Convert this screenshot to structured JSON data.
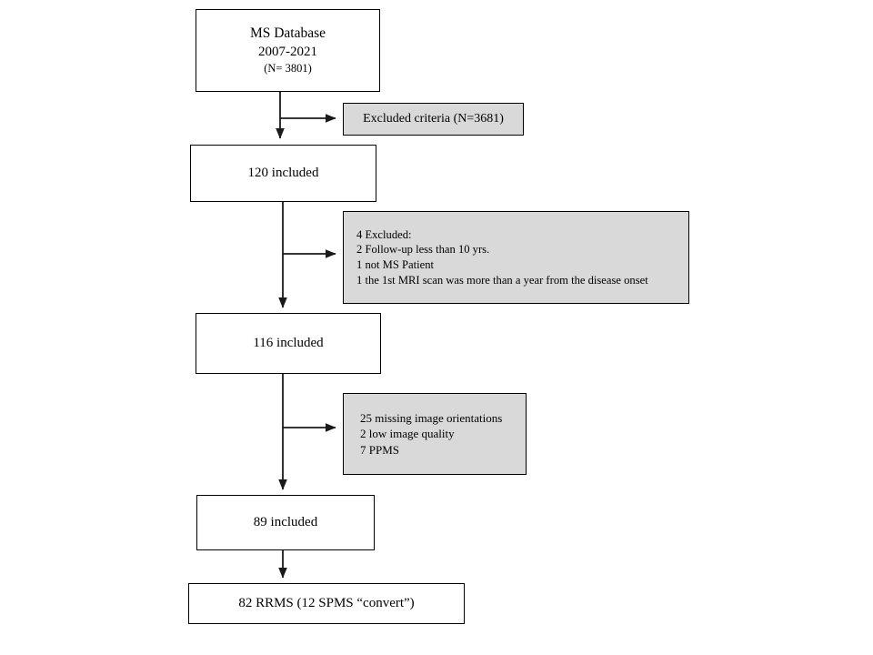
{
  "diagram": {
    "title": "MS study patient selection flowchart",
    "colors": {
      "shaded_fill": "#d9d9d9",
      "box_fill": "#ffffff",
      "stroke": "#000000",
      "background": "#ffffff"
    },
    "nodes": [
      {
        "id": "ms-database",
        "shaded": false,
        "lines": [
          "MS Database",
          "2007-2021",
          "(N= 3801)"
        ]
      },
      {
        "id": "excluded-criteria",
        "shaded": true,
        "lines": [
          "Excluded criteria (N=3681)"
        ]
      },
      {
        "id": "included-120",
        "shaded": false,
        "lines": [
          "120 included"
        ]
      },
      {
        "id": "excluded-4",
        "shaded": true,
        "lines": [
          "4 Excluded:",
          "2 Follow-up less than 10 yrs.",
          "1 not MS Patient",
          "1 the 1st MRI scan was more than a year from the disease onset"
        ]
      },
      {
        "id": "included-116",
        "shaded": false,
        "lines": [
          "116 included"
        ]
      },
      {
        "id": "image-issues",
        "shaded": true,
        "lines": [
          "25 missing image orientations",
          "2 low image quality",
          "7 PPMS"
        ]
      },
      {
        "id": "included-89",
        "shaded": false,
        "lines": [
          "89 included"
        ]
      },
      {
        "id": "rrms-82",
        "shaded": false,
        "lines": [
          "82 RRMS (12 SPMS “convert”)"
        ]
      }
    ],
    "node_text": {
      "ms_database_line1": "MS Database",
      "ms_database_line2": "2007-2021",
      "ms_database_line3": "(N= 3801)",
      "excluded_criteria": "Excluded criteria (N=3681)",
      "included_120": "120 included",
      "excluded_4_line1": "4 Excluded:",
      "excluded_4_line2": "2 Follow-up less than 10 yrs.",
      "excluded_4_line3": "1 not MS Patient",
      "excluded_4_line4": "1 the 1st MRI scan was more than a year from the disease onset",
      "included_116": "116 included",
      "image_issues_line1": "25 missing image orientations",
      "image_issues_line2": "2 low image quality",
      "image_issues_line3": "7 PPMS",
      "included_89": "89 included",
      "rrms_82": "82 RRMS (12 SPMS “convert”)"
    },
    "edges": [
      {
        "id": "ms-database-to-120",
        "from": "ms-database",
        "to": "included-120",
        "kind": "vertical-arrow"
      },
      {
        "id": "branch-to-excluded-criteria",
        "from": "ms-database",
        "to": "excluded-criteria",
        "kind": "branch-arrow-right"
      },
      {
        "id": "120-to-116",
        "from": "included-120",
        "to": "included-116",
        "kind": "vertical-arrow"
      },
      {
        "id": "branch-to-excluded-4",
        "from": "included-120",
        "to": "excluded-4",
        "kind": "branch-arrow-right"
      },
      {
        "id": "116-to-89",
        "from": "included-116",
        "to": "included-89",
        "kind": "vertical-arrow"
      },
      {
        "id": "branch-to-image-issues",
        "from": "included-116",
        "to": "image-issues",
        "kind": "branch-arrow-right"
      },
      {
        "id": "89-to-rrms",
        "from": "included-89",
        "to": "rrms-82",
        "kind": "vertical-arrow"
      }
    ]
  }
}
